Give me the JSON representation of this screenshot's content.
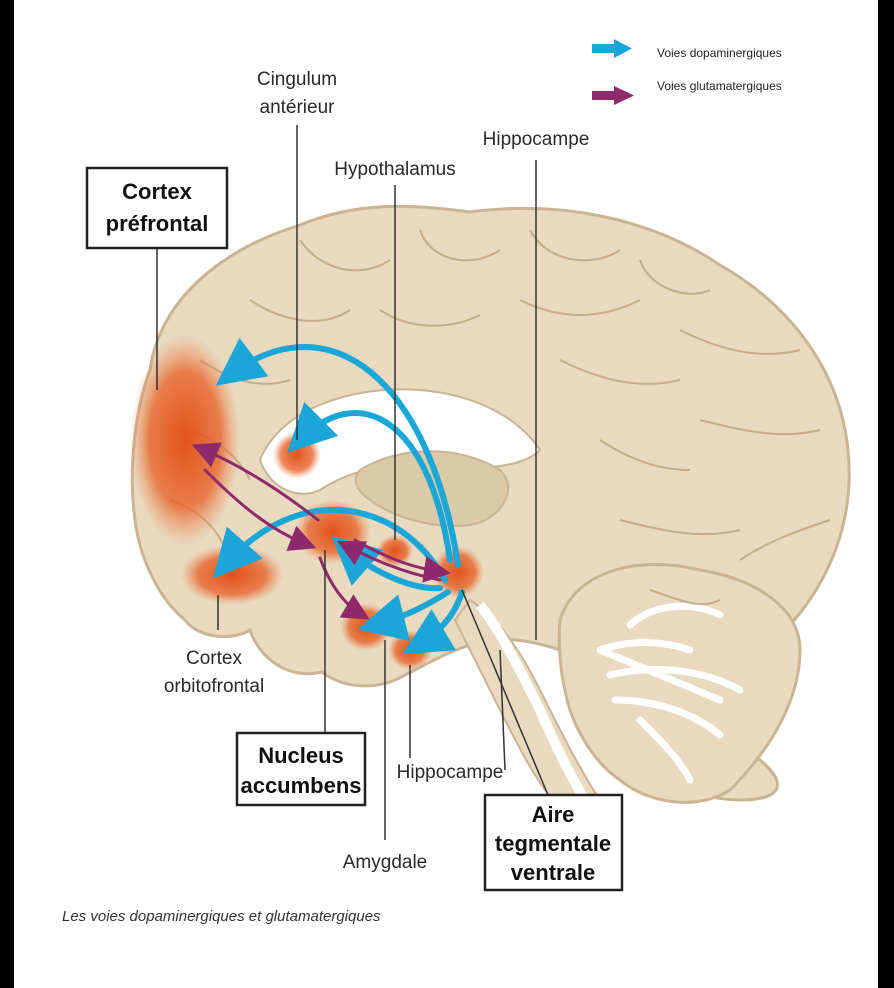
{
  "legend": {
    "dopamine_label": "Voies dopaminergiques",
    "glutamate_label": "Voies glutamatergiques"
  },
  "labels": {
    "cingulum_line1": "Cingulum",
    "cingulum_line2": "antérieur",
    "hippocampe_top": "Hippocampe",
    "hypothalamus": "Hypothalamus",
    "cortex_prefrontal_line1": "Cortex",
    "cortex_prefrontal_line2": "préfrontal",
    "cortex_orbito_line1": "Cortex",
    "cortex_orbito_line2": "orbitofrontal",
    "nucleus_line1": "Nucleus",
    "nucleus_line2": "accumbens",
    "hippocampe_bottom": "Hippocampe",
    "amygdale": "Amygdale",
    "atv_line1": "Aire",
    "atv_line2": "tegmentale",
    "atv_line3": "ventrale"
  },
  "caption": "Les voies dopaminergiques et glutamatergiques",
  "colors": {
    "dopamine": "#1aa6d6",
    "glutamate": "#8e2a6b",
    "brain": "#e8d9bf",
    "brain_stroke": "#c9b494",
    "region": "#e2541e",
    "background": "#000000"
  }
}
